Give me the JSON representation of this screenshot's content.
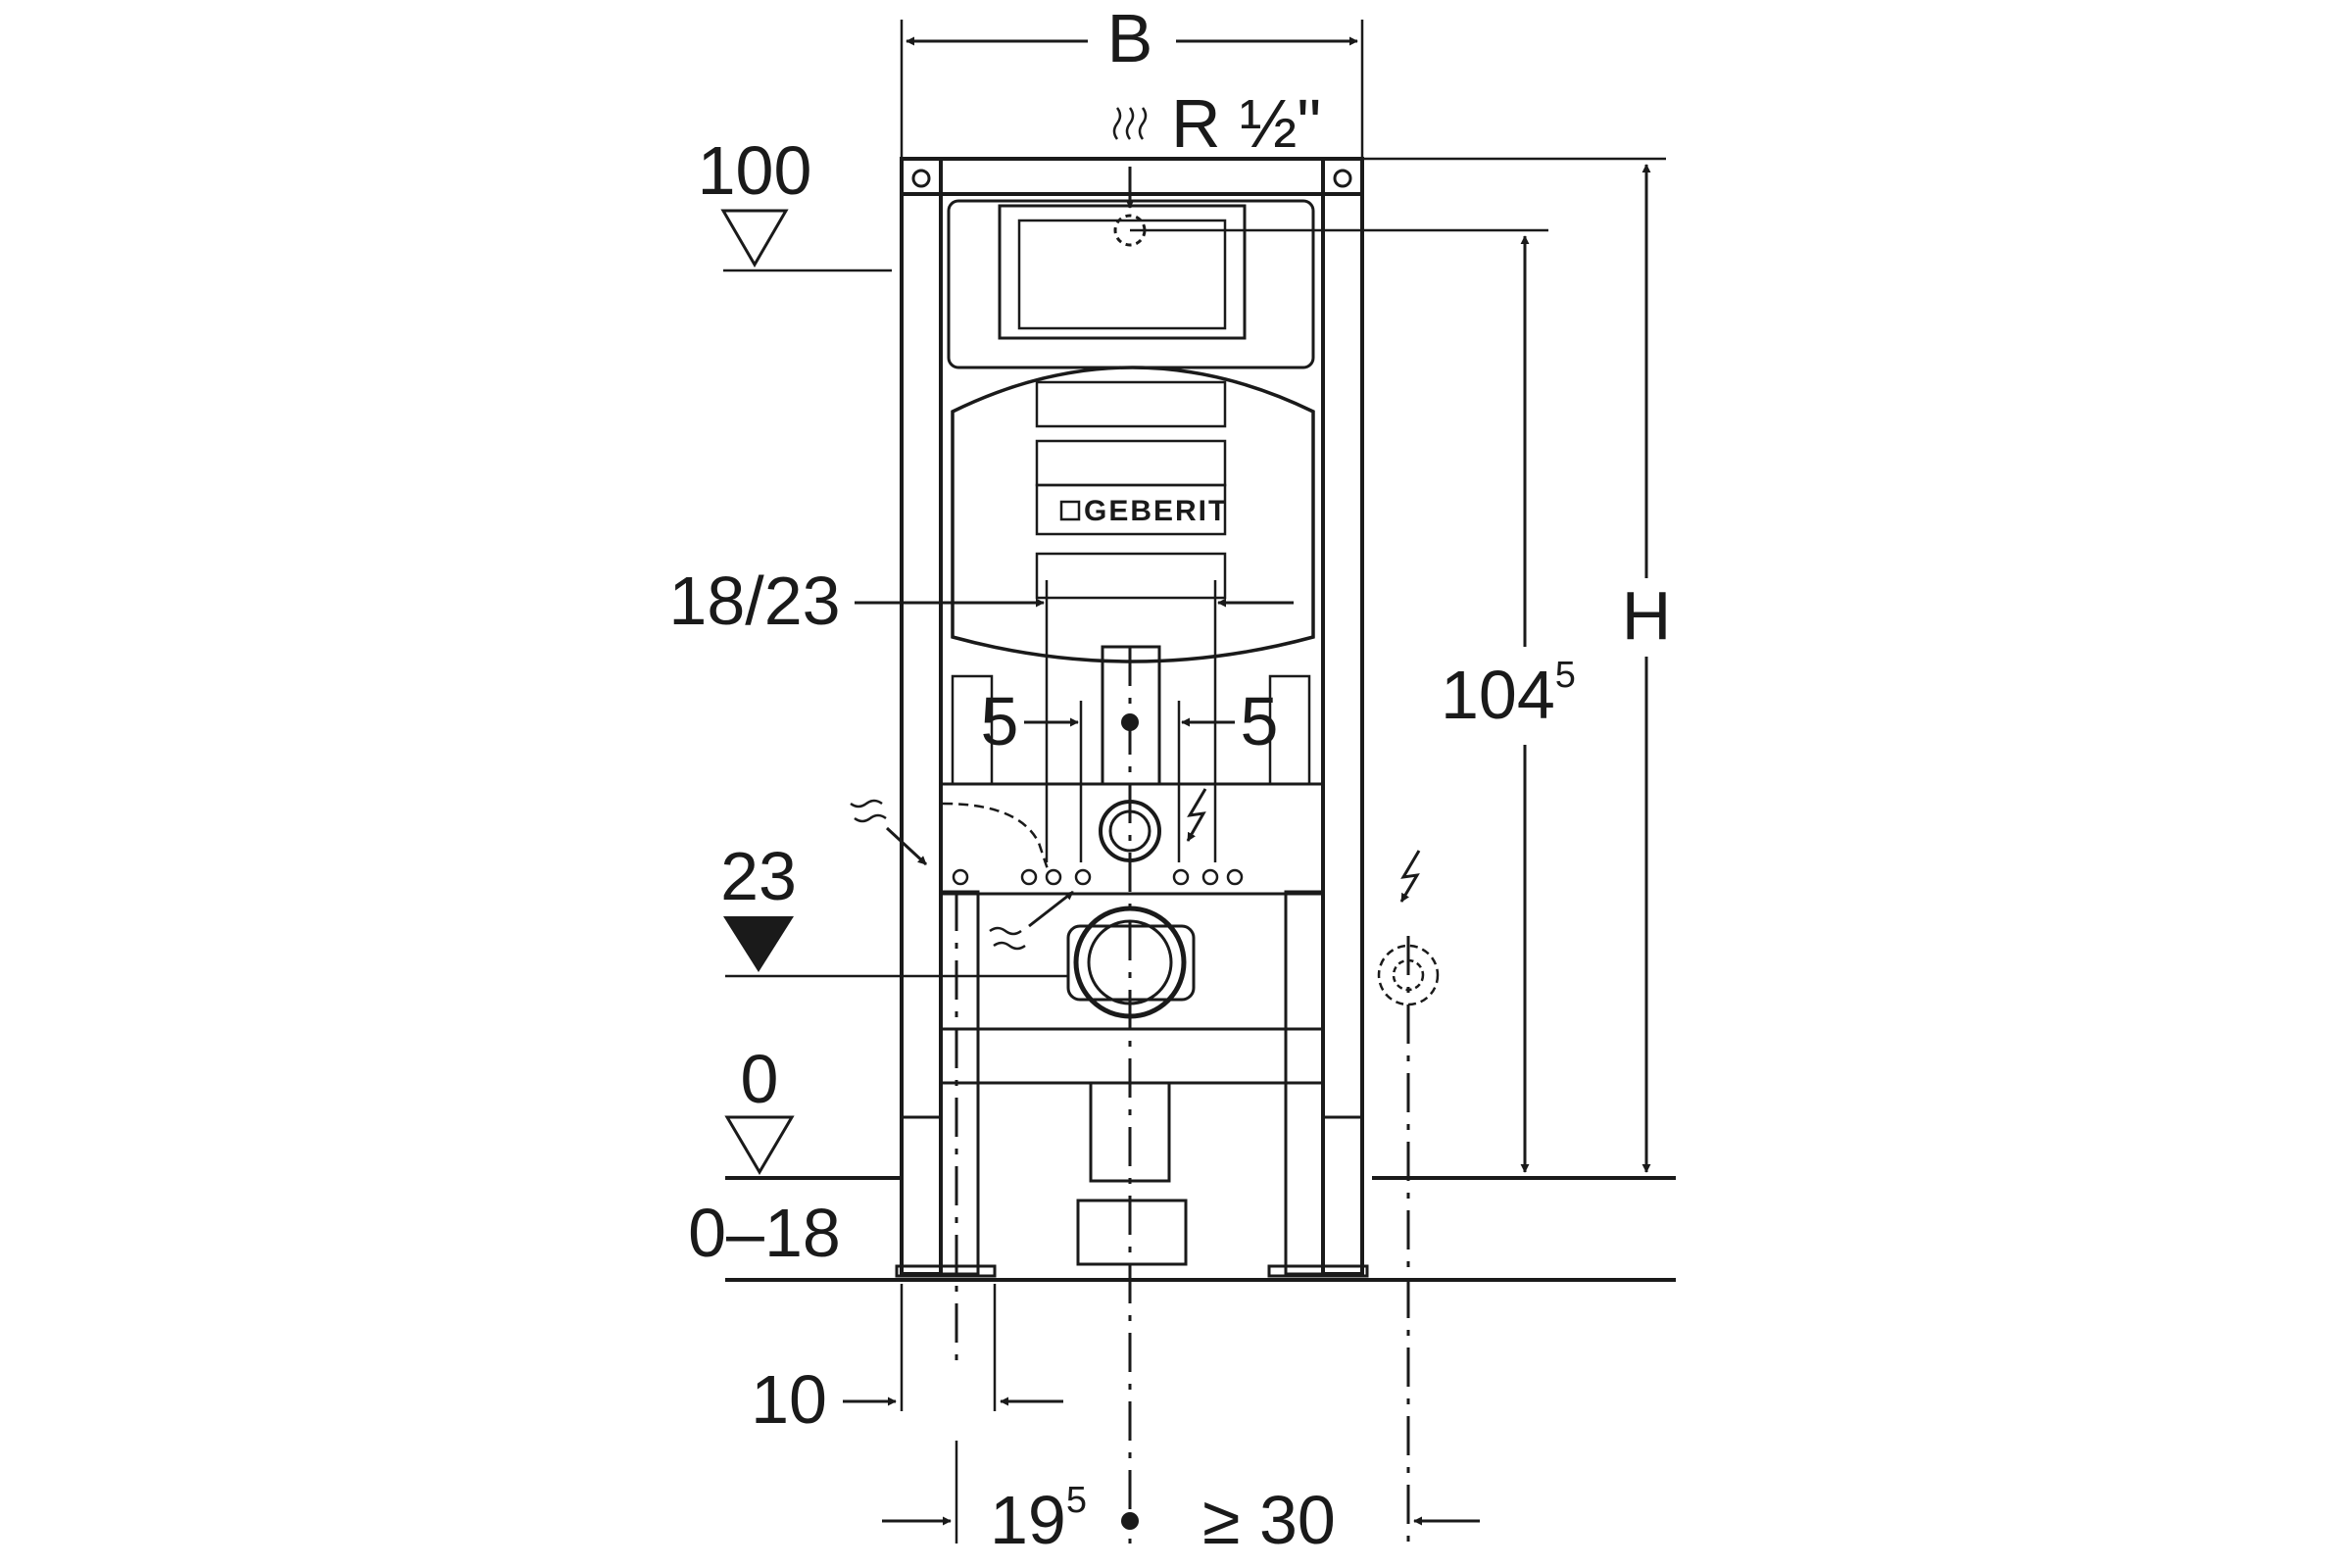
{
  "labels": {
    "width": "B",
    "height": "H",
    "water_connection": "R ½\"",
    "level_top": "100",
    "level_drain": "23",
    "level_floor": "0",
    "floor_range": "0–18",
    "pipe_spacing": "18/23",
    "offset_left": "5",
    "offset_right": "5",
    "height_value": "104",
    "height_value_sup": "5",
    "foot_width": "10",
    "axis_offset": "19",
    "axis_offset_sup": "5",
    "socket_distance": "≥ 30"
  },
  "brand": {
    "logo_text": "GEBERIT"
  }
}
